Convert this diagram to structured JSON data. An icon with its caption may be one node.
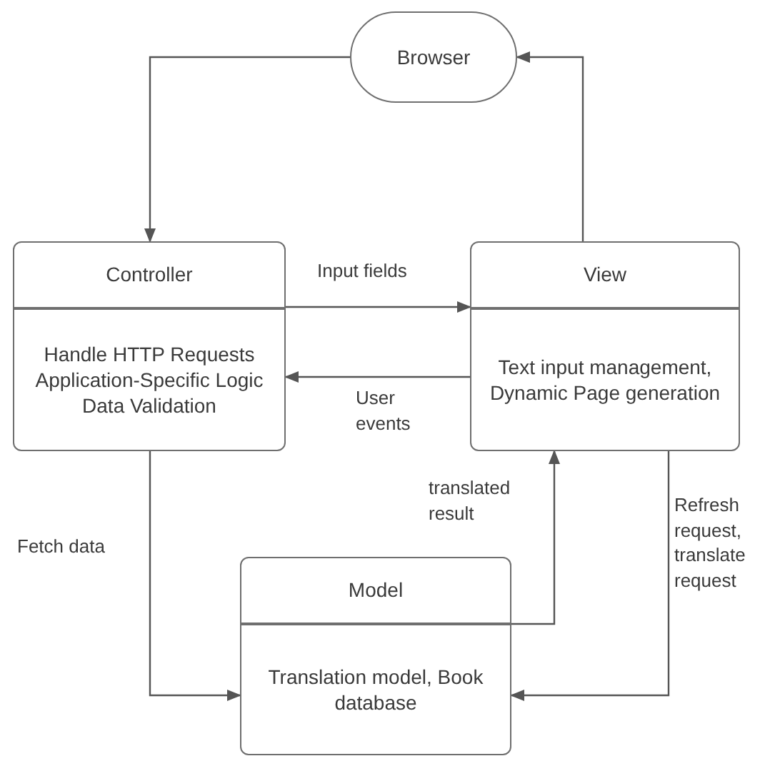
{
  "diagram": {
    "nodes": [
      {
        "text": [
          "Browser"
        ]
      },
      {
        "text": [
          "Controller"
        ]
      },
      {
        "text": [
          "Handle HTTP Requests Application-Specific Logic Data Validation"
        ]
      },
      {
        "text": [
          "View"
        ]
      },
      {
        "text": [
          "Text input management, Dynamic Page generation"
        ]
      },
      {
        "text": [
          "Model"
        ]
      },
      {
        "text": [
          "Translation model, Book database"
        ]
      }
    ],
    "edges": [
      {
        "from": 3,
        "to": 0,
        "arrow": "to"
      },
      {
        "from": 0,
        "to": 1,
        "arrow": "to"
      },
      {
        "from": 1,
        "to": 3,
        "arrow": "to",
        "label": "Input fields"
      },
      {
        "from": 4,
        "to": 2,
        "arrow": "to",
        "label": "User events"
      },
      {
        "from": 2,
        "to": 6,
        "arrow": "to",
        "label": "Fetch data"
      },
      {
        "from": 6,
        "to": 4,
        "arrow": "to",
        "label": "translated result"
      },
      {
        "from": 4,
        "to": 6,
        "arrow": "to",
        "label": "Refresh request, translate request"
      }
    ]
  }
}
